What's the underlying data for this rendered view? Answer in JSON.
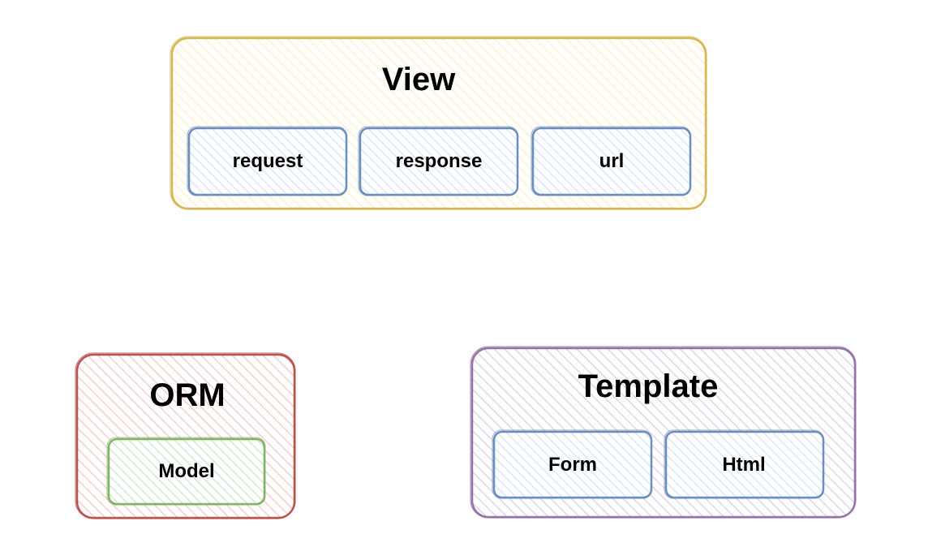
{
  "colors": {
    "view_stroke": "#d6b656",
    "view_fill": "#fff2cc",
    "item_stroke": "#6c8ebf",
    "item_fill": "#dae8fc",
    "orm_stroke": "#b85450",
    "orm_fill": "#f8cecc",
    "model_stroke": "#82b366",
    "model_fill": "#d5e8d4",
    "template_stroke": "#9673a6",
    "template_fill": "#e1d5e7"
  },
  "groups": {
    "view": {
      "title": "View",
      "items": [
        "request",
        "response",
        "url"
      ]
    },
    "orm": {
      "title": "ORM",
      "items": [
        "Model"
      ]
    },
    "template": {
      "title": "Template",
      "items": [
        "Form",
        "Html"
      ]
    }
  }
}
